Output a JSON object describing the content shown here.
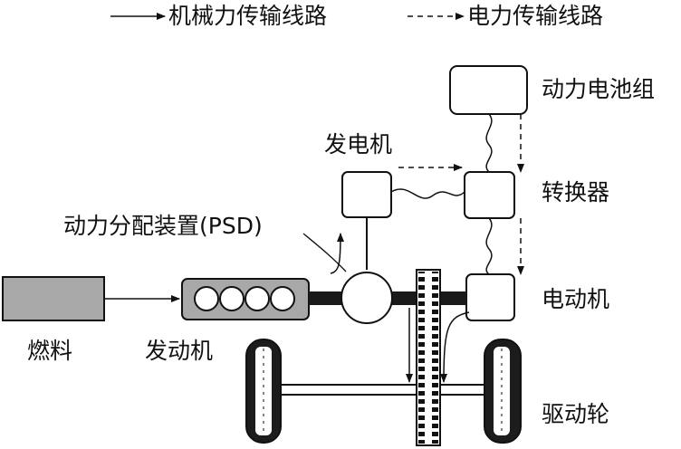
{
  "legend": {
    "mechanical": "机械力传输线路",
    "electrical": "电力传输线路"
  },
  "labels": {
    "battery": "动力电池组",
    "generator": "发电机",
    "converter": "转换器",
    "psd": "动力分配装置(PSD)",
    "motor": "电动机",
    "fuel": "燃料",
    "engine": "发动机",
    "drive_wheels": "驱动轮"
  },
  "colors": {
    "fuel_fill": "#a8a8a8",
    "engine_fill": "#a8a8a8",
    "shaft": "#1a1a1a",
    "stroke": "#111111"
  }
}
